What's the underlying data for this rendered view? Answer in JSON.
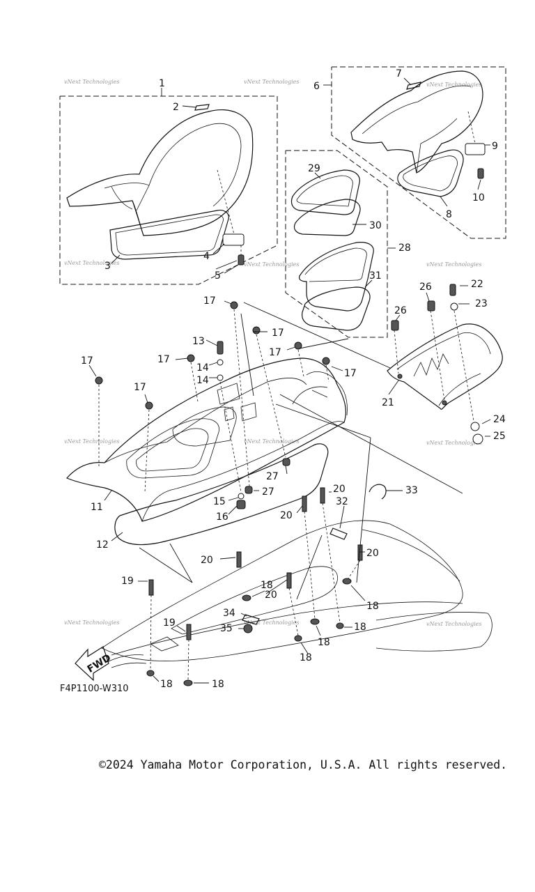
{
  "diagram": {
    "drawing_code": "F4P1100-W310",
    "fwd_label": "FWD",
    "watermark": "vNext Technologies",
    "callouts": [
      {
        "id": "c1",
        "label": "1"
      },
      {
        "id": "c2",
        "label": "2"
      },
      {
        "id": "c3",
        "label": "3"
      },
      {
        "id": "c4",
        "label": "4"
      },
      {
        "id": "c5",
        "label": "5"
      },
      {
        "id": "c6",
        "label": "6"
      },
      {
        "id": "c7",
        "label": "7"
      },
      {
        "id": "c8",
        "label": "8"
      },
      {
        "id": "c9",
        "label": "9"
      },
      {
        "id": "c10",
        "label": "10"
      },
      {
        "id": "c11",
        "label": "11"
      },
      {
        "id": "c12",
        "label": "12"
      },
      {
        "id": "c13",
        "label": "13"
      },
      {
        "id": "c14a",
        "label": "14"
      },
      {
        "id": "c14b",
        "label": "14"
      },
      {
        "id": "c15",
        "label": "15"
      },
      {
        "id": "c16",
        "label": "16"
      },
      {
        "id": "c17a",
        "label": "17"
      },
      {
        "id": "c17b",
        "label": "17"
      },
      {
        "id": "c17c",
        "label": "17"
      },
      {
        "id": "c17d",
        "label": "17"
      },
      {
        "id": "c17e",
        "label": "17"
      },
      {
        "id": "c17f",
        "label": "17"
      },
      {
        "id": "c17g",
        "label": "17"
      },
      {
        "id": "c17h",
        "label": "17"
      },
      {
        "id": "c18a",
        "label": "18"
      },
      {
        "id": "c18b",
        "label": "18"
      },
      {
        "id": "c18c",
        "label": "18"
      },
      {
        "id": "c18d",
        "label": "18"
      },
      {
        "id": "c18e",
        "label": "18"
      },
      {
        "id": "c18f",
        "label": "18"
      },
      {
        "id": "c18g",
        "label": "18"
      },
      {
        "id": "c19a",
        "label": "19"
      },
      {
        "id": "c19b",
        "label": "19"
      },
      {
        "id": "c20a",
        "label": "20"
      },
      {
        "id": "c20b",
        "label": "20"
      },
      {
        "id": "c20c",
        "label": "20"
      },
      {
        "id": "c20d",
        "label": "20"
      },
      {
        "id": "c20e",
        "label": "20"
      },
      {
        "id": "c21",
        "label": "21"
      },
      {
        "id": "c22",
        "label": "22"
      },
      {
        "id": "c23",
        "label": "23"
      },
      {
        "id": "c24",
        "label": "24"
      },
      {
        "id": "c25",
        "label": "25"
      },
      {
        "id": "c26a",
        "label": "26"
      },
      {
        "id": "c26b",
        "label": "26"
      },
      {
        "id": "c27a",
        "label": "27"
      },
      {
        "id": "c27b",
        "label": "27"
      },
      {
        "id": "c28",
        "label": "28"
      },
      {
        "id": "c29",
        "label": "29"
      },
      {
        "id": "c30",
        "label": "30"
      },
      {
        "id": "c31",
        "label": "31"
      },
      {
        "id": "c32",
        "label": "32"
      },
      {
        "id": "c33",
        "label": "33"
      },
      {
        "id": "c34",
        "label": "34"
      },
      {
        "id": "c35",
        "label": "35"
      }
    ]
  },
  "footer": {
    "copyright": "©2024 Yamaha Motor Corporation, U.S.A. All rights reserved."
  }
}
